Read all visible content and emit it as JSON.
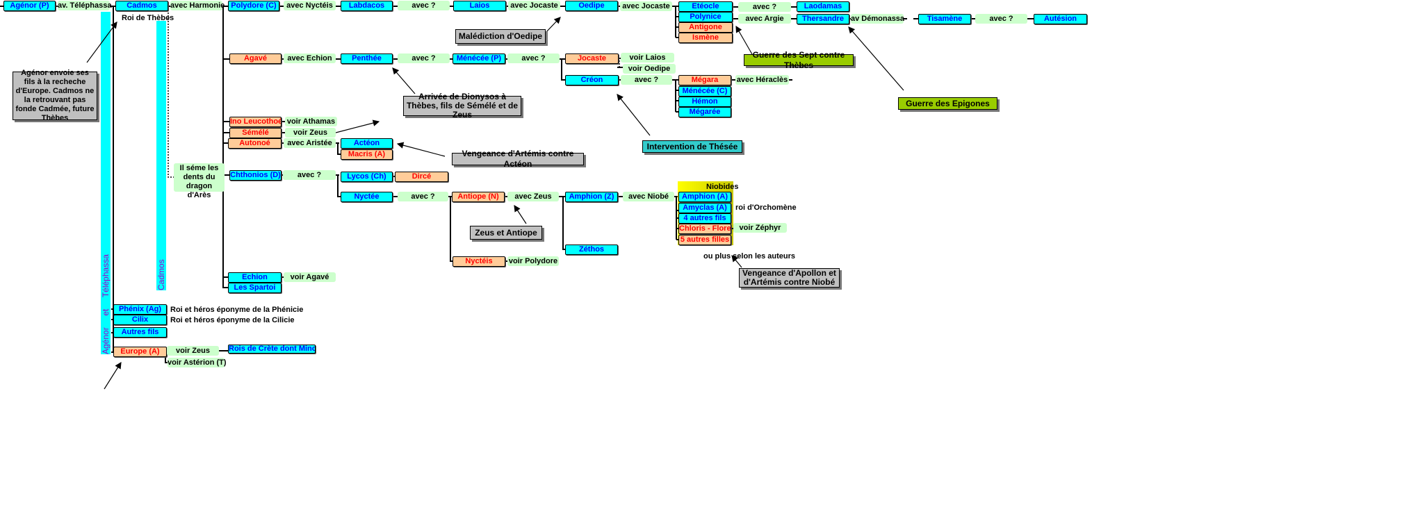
{
  "title_nodes": {
    "agenor": "Agénor (P)",
    "av_telephassa": "av. Téléphassa",
    "cadmos": "Cadmos",
    "roi_thebes": "Roi de Thèbes",
    "avec_harmonie": "avec Harmonie",
    "polydore": "Polydore (C)",
    "avec_nycteis": "avec Nyctéis",
    "labdacos": "Labdacos",
    "avec_q1": "avec ?",
    "laios": "Laios",
    "avec_jocaste1": "avec Jocaste",
    "oedipe": "Oedipe",
    "avec_jocaste2": "avec Jocaste",
    "eteocle": "Etéocle",
    "polynice": "Polynice",
    "antigone": "Antigone",
    "ismene": "Ismène",
    "avec_q2": "avec ?",
    "laodamas": "Laodamas",
    "avec_argie": "avec Argie",
    "thersandre": "Thersandre",
    "av_demonassa": "av Démonassa",
    "tisamene": "Tisamène",
    "avec_q3": "avec ?",
    "autesion": "Autésion",
    "agave": "Agavé",
    "avec_echion": "avec Echion",
    "penthee": "Penthée",
    "avec_q4": "avec ?",
    "menecee_p": "Ménécée (P)",
    "avec_q5": "avec ?",
    "jocaste": "Jocaste",
    "voir_laios": "voir Laios",
    "voir_oedipe": "voir Oedipe",
    "creon": "Créon",
    "avec_q6": "avec ?",
    "megara": "Mégara",
    "avec_heracles": "avec Héraclès",
    "menecee_c": "Ménécée (C)",
    "hemon": "Hémon",
    "megaree": "Mégarée",
    "ino": "Ino Leucothoé",
    "voir_athamas": "voir Athamas",
    "semele": "Sémélé",
    "voir_zeus1": "voir Zeus",
    "autonoe": "Autonoé",
    "avec_aristee": "avec Aristée",
    "acteon": "Actéon",
    "macris": "Macris (A)",
    "il_seme": "Il séme les dents du dragon d'Arès",
    "chthonios": "Chthonios (D)",
    "avec_q7": "avec ?",
    "lycos": "Lycos (Ch)",
    "dirce": "Dircé",
    "nyctee": "Nyctée",
    "avec_q8": "avec ?",
    "antiope": "Antiope (N)",
    "avec_zeus": "avec Zeus",
    "amphion_z": "Amphion (Z)",
    "avec_niobe": "avec Niobé",
    "niobides": "Niobides",
    "amphion_a": "Amphion (A)",
    "amyclas": "Amyclas (A)",
    "roi_orchomene": "roi d'Orchomène",
    "autres_fils4": "4 autres fils",
    "chloris": "Chloris - Flore",
    "voir_zephyr": "voir Zéphyr",
    "autres_filles5": "5 autres filles",
    "ou_plus": "ou plus selon les auteurs",
    "zethos": "Zéthos",
    "nycteis": "Nyctéis",
    "voir_polydore": "voir Polydore",
    "echion": "Echion",
    "voir_agave": "voir Agavé",
    "spartoi": "Les Spartoi",
    "phenix": "Phénix (Ag)",
    "phenix_desc": "Roi et héros éponyme de la Phénicie",
    "cilix": "Cilix",
    "cilix_desc": "Roi et héros éponyme de la Cilicie",
    "autres_fils": "Autres fils",
    "europe": "Europe (A)",
    "voir_zeus2": "voir Zeus",
    "rois_crete": "Rois de Crète dont Minos",
    "voir_asterion": "voir Astérion (T)"
  },
  "bars": {
    "agenor_telephassa": "Agénor     et     Téléphassa",
    "cadmos": "Cadmos"
  },
  "notes": {
    "agenor": "Agénor envoie ses fils à la recheche d'Europe. Cadmos ne la retrouvant pas fonde Cadmée, future Thèbes",
    "malediction": "Malédiction d'Oedipe",
    "dionysos": "Arrivée de Dionysos à Thèbes, fils de Sémélé et de Zeus",
    "acteon": "Vengeance d'Artémis contre Actéon",
    "thesee": "Intervention de Thésée",
    "sept": "Guerre des Sept contre Thèbes",
    "epigones": "Guerre des Epigones",
    "antiope": "Zeus et Antiope",
    "niobe": "Vengeance d'Apollon et d'Artémis contre Niobé"
  },
  "colors": {
    "male": "#00ffff",
    "female": "#ffcc99",
    "union": "#ccffcc",
    "note": "#c0c0c0",
    "war": "#99cc00",
    "thesee": "#33cccc"
  }
}
